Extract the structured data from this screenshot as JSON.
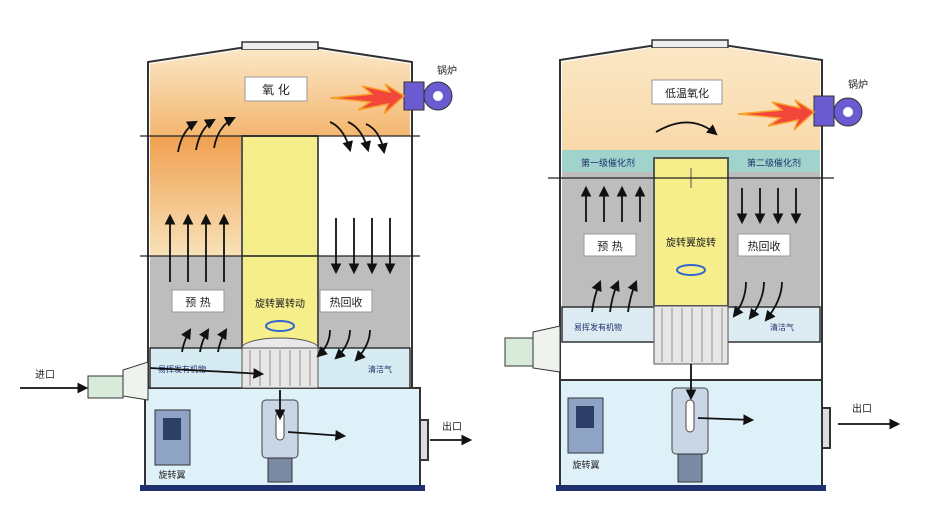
{
  "left_unit": {
    "inlet_label": "进口",
    "outlet_label": "出口",
    "burner_label": "锅炉",
    "oxidation_label": "氧  化",
    "preheat_label": "预  热",
    "rotor_label": "旋转翼转动",
    "heat_recovery_label": "热回收",
    "voc_label": "易挥发有机物",
    "clean_gas_label": "清洁气",
    "rotary_wing_label": "旋转翼"
  },
  "right_unit": {
    "outlet_label": "出口",
    "burner_label": "锅炉",
    "oxidation_label": "低温氧化",
    "catalyst1_label": "第一级催化剂",
    "catalyst2_label": "第二级催化剂",
    "preheat_label": "预  热",
    "rotor_label": "旋转翼旋转",
    "heat_recovery_label": "热回收",
    "voc_label": "易挥发有机物",
    "clean_gas_label": "清洁气",
    "rotary_wing_label": "旋转翼"
  },
  "colors": {
    "shell_outline": "#3a3a3a",
    "hot_zone": "#f7d9a8",
    "warm_zone": "#f2a25a",
    "core_yellow": "#f6ee8a",
    "chamber_gray": "#b8b8b8",
    "catalyst_teal": "#9fd3cc",
    "duct_blue": "#d8eef5",
    "base_blue": "#dff1f8",
    "flame_red": "#f2463a",
    "burner_blue": "#6b5bd0"
  }
}
